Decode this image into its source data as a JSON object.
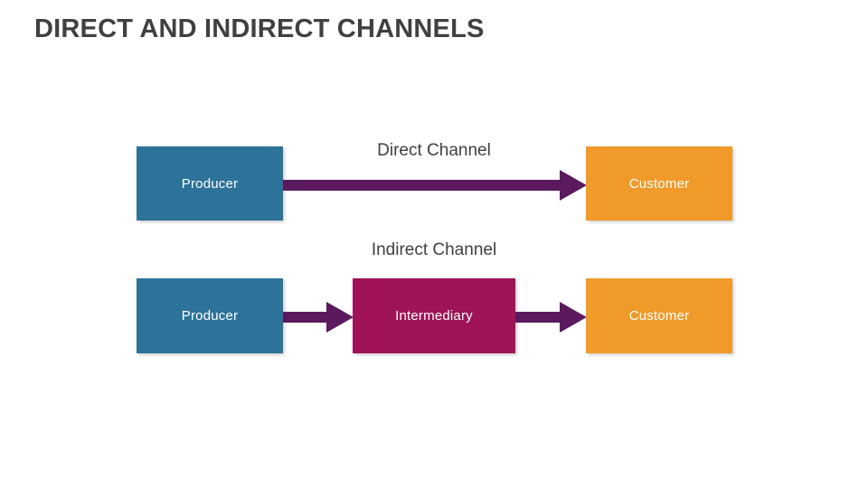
{
  "slide": {
    "title": "DIRECT AND INDIRECT CHANNELS",
    "background_color": "#FFFFFF",
    "title_color": "#404040"
  },
  "palette": {
    "producer": "#2C7299",
    "customer": "#EF9A29",
    "intermediary": "#9E1457",
    "arrow": "#5B1A5E",
    "text_dark": "#404040",
    "node_text": "#FFFFFF"
  },
  "diagram": {
    "type": "flow",
    "rows": [
      {
        "caption": "Direct Channel",
        "nodes": [
          {
            "label": "Producer",
            "role": "producer"
          },
          {
            "label": "Customer",
            "role": "customer"
          }
        ],
        "connectors": [
          {
            "from": "Producer",
            "to": "Customer",
            "style": "arrow"
          }
        ]
      },
      {
        "caption": "Indirect Channel",
        "nodes": [
          {
            "label": "Producer",
            "role": "producer"
          },
          {
            "label": "Intermediary",
            "role": "intermediary"
          },
          {
            "label": "Customer",
            "role": "customer"
          }
        ],
        "connectors": [
          {
            "from": "Producer",
            "to": "Intermediary",
            "style": "arrow"
          },
          {
            "from": "Intermediary",
            "to": "Customer",
            "style": "arrow"
          }
        ]
      }
    ]
  }
}
